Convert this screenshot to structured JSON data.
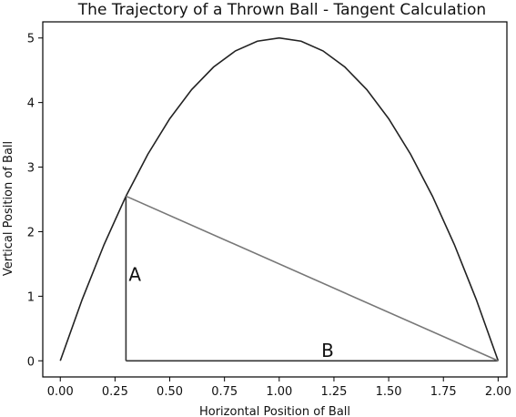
{
  "chart_data": {
    "type": "line",
    "title": "The Trajectory of a Thrown Ball - Tangent Calculation",
    "xlabel": "Horizontal Position of Ball",
    "ylabel": "Vertical Position of Ball",
    "xlim": [
      -0.08,
      2.04
    ],
    "ylim": [
      -0.25,
      5.25
    ],
    "x_ticks": [
      0.0,
      0.25,
      0.5,
      0.75,
      1.0,
      1.25,
      1.5,
      1.75,
      2.0
    ],
    "x_tick_labels": [
      "0.00",
      "0.25",
      "0.50",
      "0.75",
      "1.00",
      "1.25",
      "1.50",
      "1.75",
      "2.00"
    ],
    "y_ticks": [
      0,
      1,
      2,
      3,
      4,
      5
    ],
    "y_tick_labels": [
      "0",
      "1",
      "2",
      "3",
      "4",
      "5"
    ],
    "grid": false,
    "series": [
      {
        "x": [
          0.0,
          0.1,
          0.2,
          0.3,
          0.4,
          0.5,
          0.6,
          0.7,
          0.8,
          0.9,
          1.0,
          1.1,
          1.2,
          1.3,
          1.4,
          1.5,
          1.6,
          1.7,
          1.8,
          1.9,
          2.0
        ],
        "y": [
          0.0,
          0.95,
          1.8,
          2.55,
          3.2,
          3.75,
          4.2,
          4.55,
          4.8,
          4.95,
          5.0,
          4.95,
          4.8,
          4.55,
          4.2,
          3.75,
          3.2,
          2.55,
          1.8,
          0.95,
          0.0
        ],
        "color": "#222222"
      }
    ],
    "segments": [
      {
        "x": [
          0.3,
          0.3
        ],
        "y": [
          2.55,
          0.0
        ],
        "color": "#333333"
      },
      {
        "x": [
          0.3,
          2.0
        ],
        "y": [
          0.0,
          0.0
        ],
        "color": "#333333"
      },
      {
        "x": [
          0.3,
          2.0
        ],
        "y": [
          2.55,
          0.0
        ],
        "color": "#777777"
      }
    ],
    "annotations": [
      {
        "text": "A",
        "x": 0.3,
        "y": 1.35
      },
      {
        "text": "B",
        "x": 1.18,
        "y": 0.17
      }
    ]
  }
}
